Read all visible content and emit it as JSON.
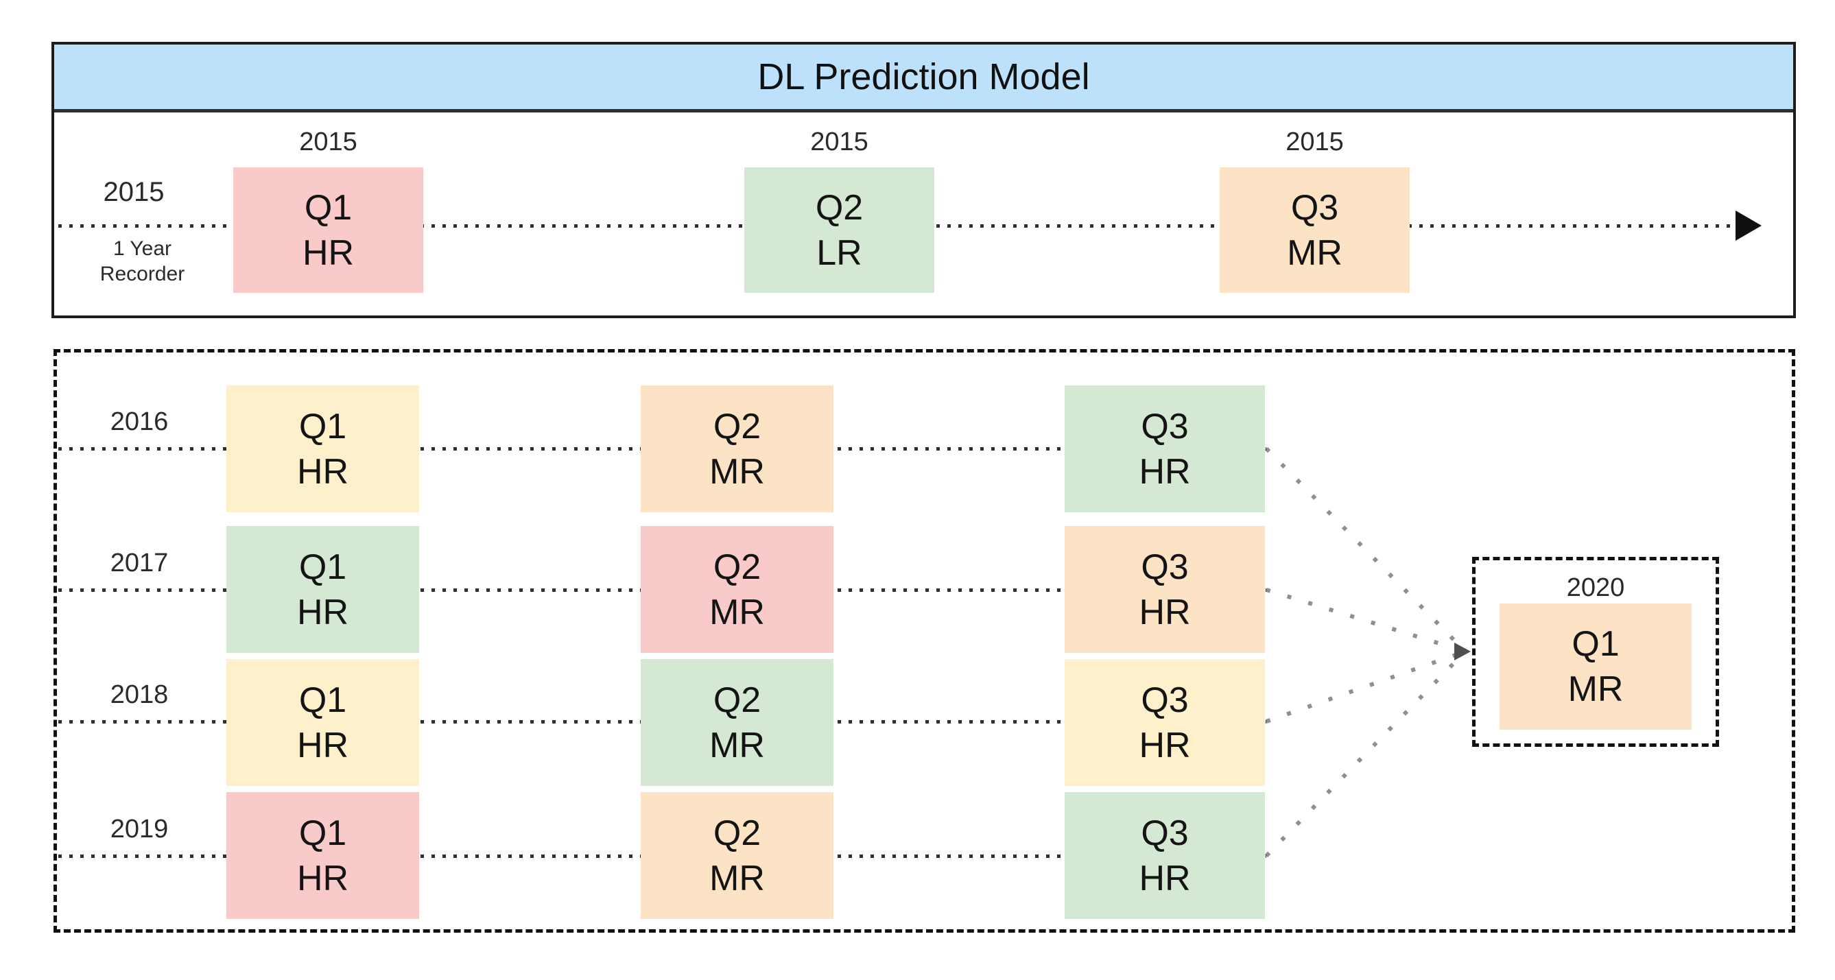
{
  "title": "DL Prediction Model",
  "colors": {
    "blue": "#BEE1FB",
    "pink": "#F8CACA",
    "green": "#D5E8D4",
    "orange": "#FCE3C6",
    "yellow": "#FDF0CA"
  },
  "recorder": {
    "year": "2015",
    "caption_line1": "1 Year",
    "caption_line2": "Recorder"
  },
  "timeline_2015": [
    {
      "year_label": "2015",
      "quarter": "Q1",
      "code": "HR",
      "color": "pink"
    },
    {
      "year_label": "2015",
      "quarter": "Q2",
      "code": "LR",
      "color": "green"
    },
    {
      "year_label": "2015",
      "quarter": "Q3",
      "code": "MR",
      "color": "orange"
    }
  ],
  "history_rows": [
    {
      "year": "2016",
      "cells": [
        {
          "quarter": "Q1",
          "code": "HR",
          "color": "yellow"
        },
        {
          "quarter": "Q2",
          "code": "MR",
          "color": "orange"
        },
        {
          "quarter": "Q3",
          "code": "HR",
          "color": "green"
        }
      ]
    },
    {
      "year": "2017",
      "cells": [
        {
          "quarter": "Q1",
          "code": "HR",
          "color": "green"
        },
        {
          "quarter": "Q2",
          "code": "MR",
          "color": "pink"
        },
        {
          "quarter": "Q3",
          "code": "HR",
          "color": "orange"
        }
      ]
    },
    {
      "year": "2018",
      "cells": [
        {
          "quarter": "Q1",
          "code": "HR",
          "color": "yellow"
        },
        {
          "quarter": "Q2",
          "code": "MR",
          "color": "green"
        },
        {
          "quarter": "Q3",
          "code": "HR",
          "color": "yellow"
        }
      ]
    },
    {
      "year": "2019",
      "cells": [
        {
          "quarter": "Q1",
          "code": "HR",
          "color": "pink"
        },
        {
          "quarter": "Q2",
          "code": "MR",
          "color": "orange"
        },
        {
          "quarter": "Q3",
          "code": "HR",
          "color": "green"
        }
      ]
    }
  ],
  "prediction": {
    "year": "2020",
    "quarter": "Q1",
    "code": "MR",
    "color": "orange"
  }
}
